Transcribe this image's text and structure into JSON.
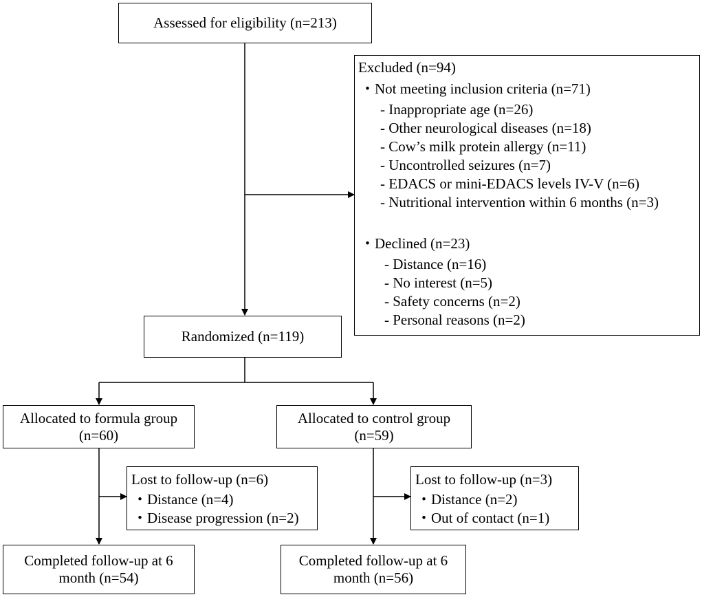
{
  "assessed": {
    "label": "Assessed for eligibility (n=213)"
  },
  "excluded": {
    "title": "Excluded (n=94)",
    "not_meeting": {
      "label": "・Not meeting inclusion criteria (n=71)",
      "items": [
        "- Inappropriate age (n=26)",
        "- Other neurological diseases (n=18)",
        "- Cow’s milk protein allergy  (n=11)",
        "- Uncontrolled seizures (n=7)",
        "- EDACS or mini-EDACS levels IV-V (n=6)",
        "- Nutritional intervention within 6 months (n=3)"
      ]
    },
    "declined": {
      "label": "・Declined (n=23)",
      "items": [
        "- Distance (n=16)",
        "- No interest (n=5)",
        "- Safety concerns (n=2)",
        "- Personal reasons (n=2)"
      ]
    }
  },
  "randomized": {
    "label": "Randomized (n=119)"
  },
  "formula_group": {
    "line1": "Allocated to formula group",
    "line2": "(n=60)"
  },
  "control_group": {
    "line1": "Allocated to control group",
    "line2": "(n=59)"
  },
  "lost_formula": {
    "title": "Lost to follow-up (n=6)",
    "items": [
      "・Distance (n=4)",
      "・Disease progression (n=2)"
    ]
  },
  "lost_control": {
    "title": "Lost to follow-up (n=3)",
    "items": [
      "・Distance (n=2)",
      "・Out of contact (n=1)"
    ]
  },
  "completed_formula": {
    "line1": "Completed follow-up at 6",
    "line2": "month (n=54)"
  },
  "completed_control": {
    "line1": "Completed follow-up at 6",
    "line2": "month (n=56)"
  }
}
